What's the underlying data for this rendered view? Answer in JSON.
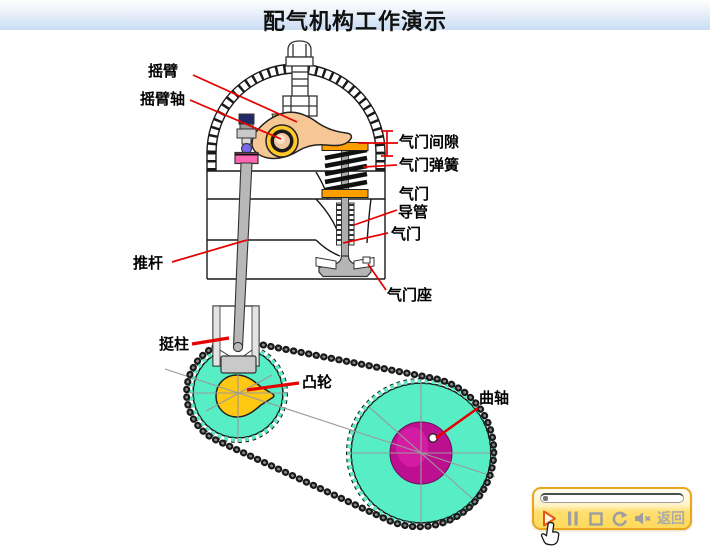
{
  "header": {
    "title": "配气机构工作演示"
  },
  "labels": {
    "rocker_arm": "摇臂",
    "rocker_shaft": "摇臂轴",
    "valve_clearance": "气门间隙",
    "valve_spring": "气门弹簧",
    "valve_guide_line1": "气门",
    "valve_guide_line2": "导管",
    "valve": "气门",
    "valve_seat": "气门座",
    "push_rod": "推杆",
    "tappet": "挺柱",
    "cam": "凸轮",
    "crankshaft": "曲轴"
  },
  "player": {
    "progress_percent": 0,
    "return_label": "返回",
    "icons": {
      "play": "play-icon",
      "pause": "pause-icon",
      "stop": "stop-icon",
      "replay": "replay-icon",
      "mute": "mute-icon"
    }
  },
  "colors": {
    "accent_red": "#E60000",
    "sprocket_teal": "#57EDC5",
    "cam_yellow": "#FFC813",
    "crank_magenta": "#BC1090",
    "crank_highlight": "#E021AB",
    "rocker_peach": "#F6C795",
    "spring_seat_orange": "#FF9E00",
    "panel_yellow": "#FFD95C",
    "panel_border": "#E9A51E",
    "header_blue": "#C9DDF3"
  }
}
